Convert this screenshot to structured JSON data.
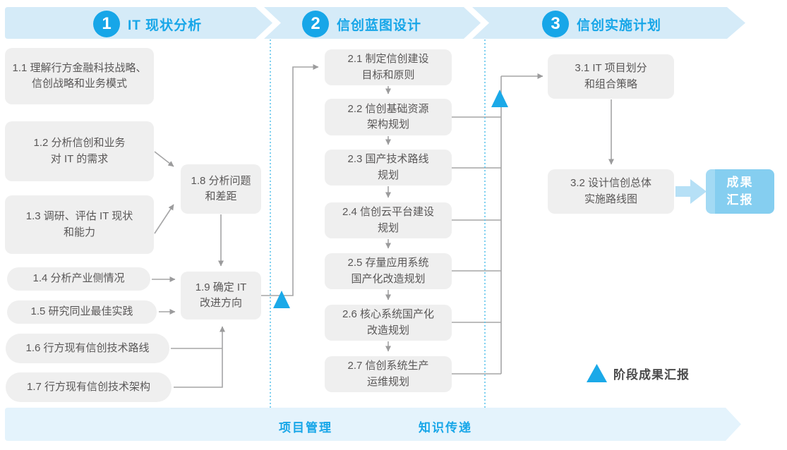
{
  "stages": [
    {
      "number": "1",
      "title": "IT 现状分析"
    },
    {
      "number": "2",
      "title": "信创蓝图设计"
    },
    {
      "number": "3",
      "title": "信创实施计划"
    }
  ],
  "boxes": {
    "b1_1": {
      "l1": "1.1 理解行方金融科技战略、",
      "l2": "信创战略和业务模式"
    },
    "b1_2": {
      "l1": "1.2 分析信创和业务",
      "l2": "对 IT 的需求"
    },
    "b1_3": {
      "l1": "1.3 调研、评估 IT 现状",
      "l2": "和能力"
    },
    "b1_4": {
      "l1": "1.4 分析产业侧情况"
    },
    "b1_5": {
      "l1": "1.5 研究同业最佳实践"
    },
    "b1_6": {
      "l1": "1.6 行方现有信创技术路线"
    },
    "b1_7": {
      "l1": "1.7 行方现有信创技术架构"
    },
    "b1_8": {
      "l1": "1.8 分析问题",
      "l2": "和差距"
    },
    "b1_9": {
      "l1": "1.9 确定 IT",
      "l2": "改进方向"
    },
    "b2_1": {
      "l1": "2.1 制定信创建设",
      "l2": "目标和原则"
    },
    "b2_2": {
      "l1": "2.2 信创基础资源",
      "l2": "架构规划"
    },
    "b2_3": {
      "l1": "2.3 国产技术路线",
      "l2": "规划"
    },
    "b2_4": {
      "l1": "2.4 信创云平台建设",
      "l2": "规划"
    },
    "b2_5": {
      "l1": "2.5 存量应用系统",
      "l2": "国产化改造规划"
    },
    "b2_6": {
      "l1": "2.6 核心系统国产化",
      "l2": "改造规划"
    },
    "b2_7": {
      "l1": "2.7 信创系统生产",
      "l2": "运维规划"
    },
    "b3_1": {
      "l1": "3.1 IT 项目划分",
      "l2": "和组合策略"
    },
    "b3_2": {
      "l1": "3.2 设计信创总体",
      "l2": "实施路线图"
    }
  },
  "result_box": {
    "l1": "成果",
    "l2": "汇报"
  },
  "legend": {
    "label": "阶段成果汇报"
  },
  "bottom_band": {
    "item1": "项目管理",
    "item2": "知识传递"
  },
  "colors": {
    "accent_blue": "#17a6e8",
    "top_band": "#d5ebf8",
    "bottom_band": "#e4f3fc",
    "box_gray": "#efefef",
    "box_text": "#595757",
    "connector_gray": "#9b9b9c",
    "dotted_line": "#5ec5ec",
    "result_fill": "#85cef0",
    "triangle_blue": "#1ba9e8"
  }
}
